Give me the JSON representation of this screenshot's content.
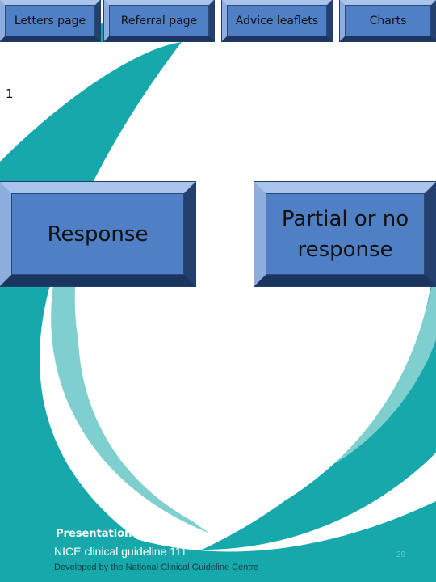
{
  "nav": {
    "letters": "Letters page",
    "referral": "Referral page",
    "advice": "Advice leaflets",
    "charts": "Charts"
  },
  "slide_label": "1",
  "buttons": {
    "response": "Response",
    "partial": "Partial or no response"
  },
  "footer": {
    "line1": "Presentation based upon",
    "line2": "NICE clinical guideline 111",
    "line3": "Developed by the National Clinical Guideline Centre"
  },
  "page_number": "29",
  "colors": {
    "teal": "#16a8aa",
    "light_teal": "#7fcfcf",
    "button_blue": "#4f7fc5"
  }
}
